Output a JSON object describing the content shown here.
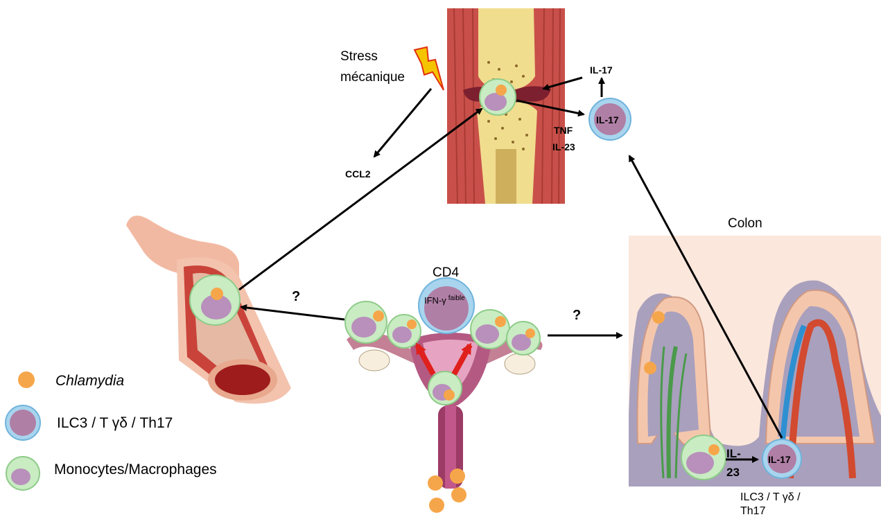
{
  "labels": {
    "stress": "Stress",
    "stress_line2": "mécanique",
    "il17_top": "IL-17",
    "il17_cell": "IL-17",
    "tnf": "TNF",
    "il23": "IL-23",
    "ccl2": "CCL2",
    "colon": "Colon",
    "cd4": "CD4",
    "ifn": "IFN-γ",
    "ifn_sup": "faible",
    "question_left": "?",
    "question_right": "?",
    "il23_colon_line1": "IL-",
    "il23_colon_line2": "23",
    "il17_colon_cell": "IL-17",
    "colon_cell_caption_line1": "ILC3 / T γδ /",
    "colon_cell_caption_line2": "Th17"
  },
  "legend": {
    "items": [
      {
        "label": "Chlamydia",
        "icon": "chlamydia-dot"
      },
      {
        "label": "ILC3 / T γδ / Th17",
        "icon": "lymphocyte-cell"
      },
      {
        "label": "Monocytes/Macrophages",
        "icon": "macrophage-cell"
      }
    ]
  },
  "colors": {
    "chlamydia": "#f6a64a",
    "lymph_outer": "#a8d4ee",
    "lymph_inner": "#b07fa6",
    "macro_outer": "#c9ecc3",
    "macro_inner": "#b890bb",
    "arrow": "#000000",
    "red_arrow": "#e0201c",
    "colon_bg": "#fbe7dc",
    "colon_tissue": "#a9a0bd"
  }
}
